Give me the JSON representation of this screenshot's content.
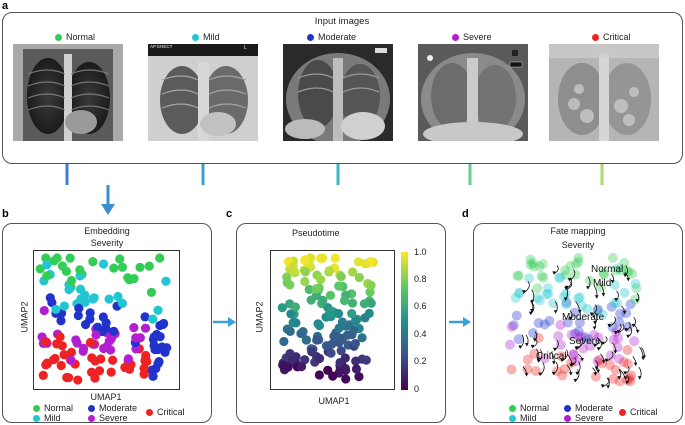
{
  "panel_letters": {
    "a": "a",
    "b": "b",
    "c": "c",
    "d": "d"
  },
  "panel_a": {
    "title": "Input images",
    "images": [
      {
        "label": "Normal",
        "color": "#33cc55"
      },
      {
        "label": "Mild",
        "color": "#22c6d2"
      },
      {
        "label": "Moderate",
        "color": "#2233cc"
      },
      {
        "label": "Severe",
        "color": "#b11fd1"
      },
      {
        "label": "Critical",
        "color": "#ee2222"
      }
    ],
    "xray_marks": [
      "AP ERECT",
      "L"
    ]
  },
  "panel_b": {
    "title": "Embedding",
    "subtitle": "Severity",
    "xlabel": "UMAP1",
    "ylabel": "UMAP2"
  },
  "panel_c": {
    "title": "Pseudotime",
    "xlabel": "UMAP1",
    "ylabel": "UMAP2",
    "colorbar_ticks": [
      "1.0",
      "0.8",
      "0.6",
      "0.4",
      "0.2",
      "0"
    ]
  },
  "panel_d": {
    "title": "Fate mapping",
    "subtitle": "Severity",
    "annotations": [
      "Normal",
      "Mild",
      "Moderate",
      "Severe",
      "Critical"
    ]
  },
  "legend": [
    {
      "label": "Normal",
      "color": "#33cc55"
    },
    {
      "label": "Moderate",
      "color": "#2233cc"
    },
    {
      "label": "Critical",
      "color": "#ee2222"
    },
    {
      "label": "Mild",
      "color": "#22c6d2"
    },
    {
      "label": "Severe",
      "color": "#b11fd1"
    }
  ],
  "colors": {
    "connector_gradient": [
      "#3a7fd0",
      "#3ab0c8",
      "#55c8b0",
      "#8ad86a",
      "#b0e070"
    ],
    "arrow": "#3aa0dc"
  }
}
